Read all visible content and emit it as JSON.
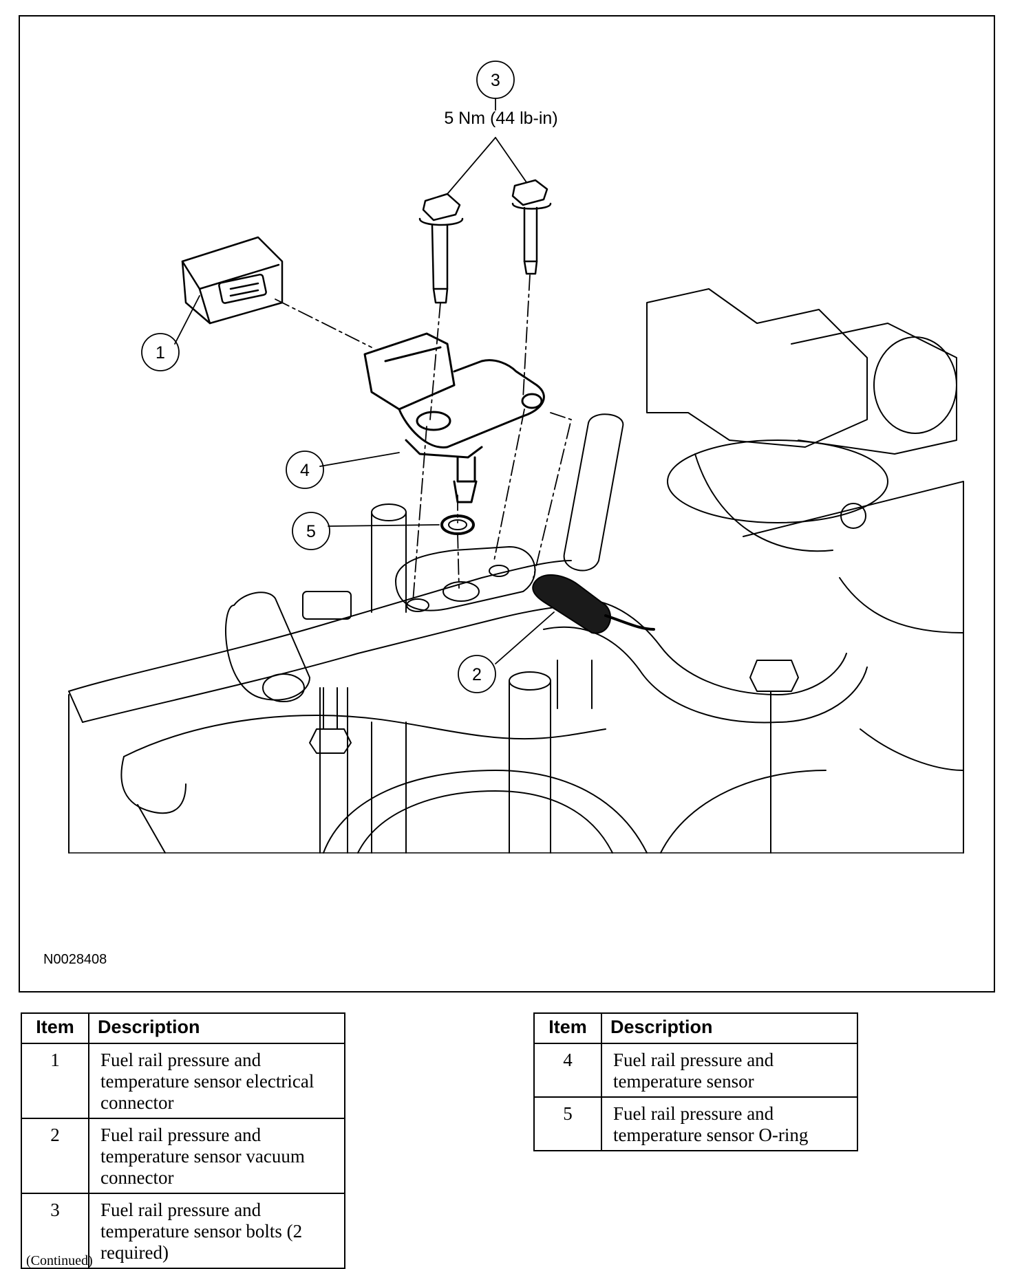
{
  "figure": {
    "id": "N0028408",
    "torque_spec": "5 Nm (44 lb-in)",
    "callouts": [
      "1",
      "2",
      "3",
      "4",
      "5"
    ]
  },
  "legend_left": {
    "header_item": "Item",
    "header_description": "Description",
    "rows": [
      {
        "item": "1",
        "description": "Fuel rail pressure and temperature sensor electrical connector"
      },
      {
        "item": "2",
        "description": "Fuel rail pressure and temperature sensor vacuum connector"
      },
      {
        "item": "3",
        "description": "Fuel rail pressure and temperature sensor bolts (2 required)"
      }
    ]
  },
  "legend_right": {
    "header_item": "Item",
    "header_description": "Description",
    "rows": [
      {
        "item": "4",
        "description": "Fuel rail pressure and temperature sensor"
      },
      {
        "item": "5",
        "description": "Fuel rail pressure and temperature sensor O-ring"
      }
    ]
  },
  "continued_note": "(Continued)"
}
